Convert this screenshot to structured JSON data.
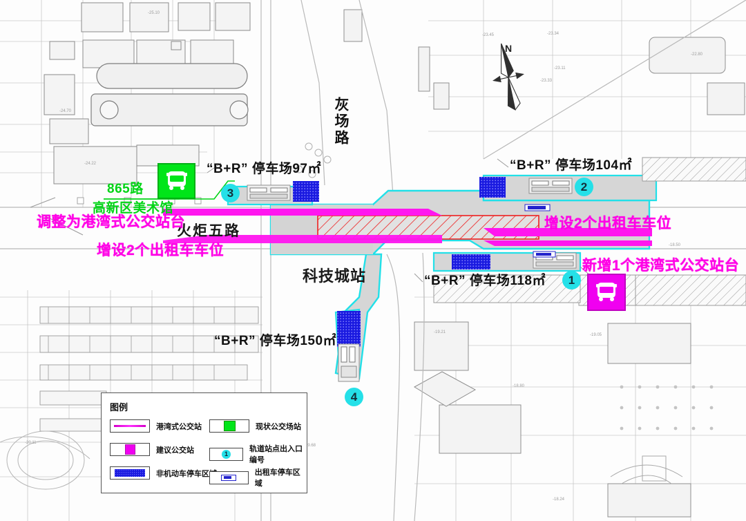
{
  "map": {
    "station_name": "科技城站",
    "north_label": "N",
    "roads": [
      {
        "name": "灰场路",
        "orientation": "vertical"
      },
      {
        "name": "火炬五路",
        "orientation": "horizontal"
      }
    ],
    "parking_labels": [
      {
        "id": "p97",
        "text": "“B+R” 停车场97㎡"
      },
      {
        "id": "p104",
        "text": "“B+R” 停车场104㎡"
      },
      {
        "id": "p118",
        "text": "“B+R” 停车场118㎡"
      },
      {
        "id": "p150",
        "text": "“B+R” 停车场150㎡"
      }
    ],
    "annotations_green": [
      {
        "id": "route",
        "text": "865路"
      },
      {
        "id": "stopname",
        "text": "高新区美术馆"
      }
    ],
    "annotations_magenta": [
      {
        "id": "a1",
        "text": "调整为港湾式公交站台"
      },
      {
        "id": "a2",
        "text": "增设2个出租车车位"
      },
      {
        "id": "a3",
        "text": "增设2个出租车车位"
      },
      {
        "id": "a4",
        "text": "新增1个港湾式公交站台"
      }
    ],
    "entrance_markers": [
      {
        "number": "1"
      },
      {
        "number": "2"
      },
      {
        "number": "3"
      },
      {
        "number": "4"
      }
    ],
    "colors": {
      "accent_magenta": "#ff00e6",
      "accent_green": "#00d415",
      "accent_cyan": "#25e0e8",
      "hatch_red": "#ee2020",
      "parking_blue": "#1a1ae0"
    }
  },
  "legend": {
    "title": "图例",
    "items": [
      {
        "icon": "harbor-bus-stop-line",
        "label": "港湾式公交站"
      },
      {
        "icon": "existing-bus-depot",
        "label": "现状公交场站"
      },
      {
        "icon": "proposed-bus-stop",
        "label": "建议公交站"
      },
      {
        "icon": "rail-entrance-number",
        "label": "轨道站点出入口编号"
      },
      {
        "icon": "bicycle-parking-area",
        "label": "非机动车停车区域"
      },
      {
        "icon": "taxi-parking-area",
        "label": "出租车停车区域"
      }
    ]
  }
}
